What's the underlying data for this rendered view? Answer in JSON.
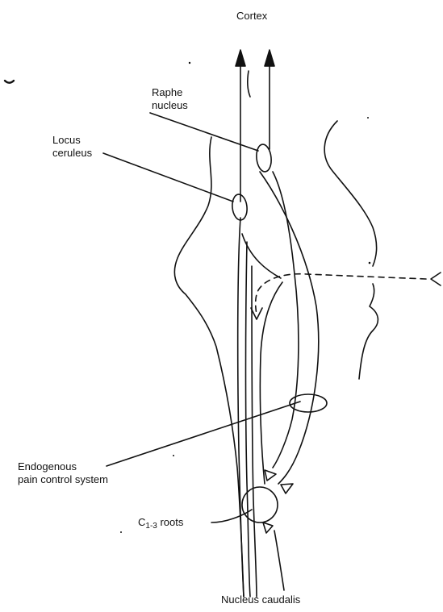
{
  "labels": {
    "cortex": "Cortex",
    "raphe_line1": "Raphe",
    "raphe_line2": "nucleus",
    "locus_line1": "Locus",
    "locus_line2": "ceruleus",
    "endogenous_line1": "Endogenous",
    "endogenous_line2": "pain control system",
    "c_prefix": "C",
    "c_sub": "1-3",
    "c_suffix": " roots",
    "nucleus_caudalis": "Nucleus caudalis"
  },
  "colors": {
    "ink": "#111111",
    "background": "#ffffff"
  }
}
